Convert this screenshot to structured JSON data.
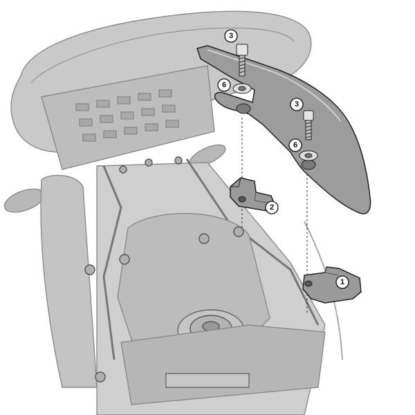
{
  "callouts": [
    {
      "id": "c3a",
      "label": "3"
    },
    {
      "id": "c6a",
      "label": "6"
    },
    {
      "id": "c3b",
      "label": "3"
    },
    {
      "id": "c6b",
      "label": "6"
    },
    {
      "id": "c2",
      "label": "2"
    },
    {
      "id": "c1",
      "label": "1"
    }
  ],
  "colors": {
    "motorcycle_gray": "#c8c8c8",
    "motorcycle_dark": "#8a8a8a",
    "part_fill": "#9a9a9a",
    "part_stroke": "#222222"
  }
}
